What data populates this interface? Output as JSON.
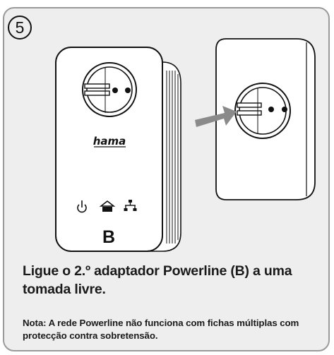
{
  "step": {
    "number": "5"
  },
  "device": {
    "brand": "hama",
    "label": "B"
  },
  "icons": [
    "power-icon",
    "home-icon",
    "network-icon",
    "arrow-icon",
    "socket-icon"
  ],
  "instruction": "Ligue o 2.º adaptador Powerline (B) a uma tomada livre.",
  "note": "Nota: A rede Powerline não funciona com fichas múltiplas com protecção contra sobretensão.",
  "colors": {
    "panel": "#eeeeee",
    "border": "#9a9a9a",
    "arrow": "#8a8a8a",
    "ink": "#111111"
  }
}
